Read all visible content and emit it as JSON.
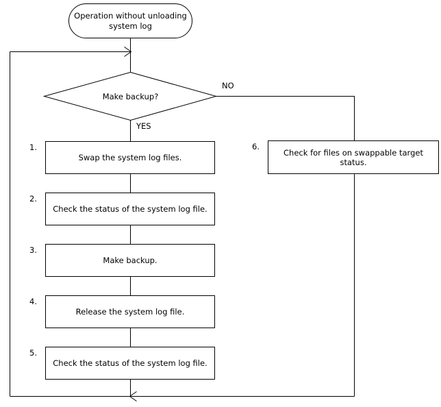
{
  "diagram": {
    "type": "flowchart",
    "title_shape": {
      "kind": "terminator",
      "label": "Operation without\nunloading system log"
    },
    "decision": {
      "kind": "decision-diamond",
      "label": "Make backup?",
      "yes_label": "YES",
      "no_label": "NO"
    },
    "steps": [
      {
        "number": "1.",
        "label": "Swap the system log files."
      },
      {
        "number": "2.",
        "label": "Check the status of the system log file."
      },
      {
        "number": "3.",
        "label": "Make backup."
      },
      {
        "number": "4.",
        "label": "Release the system log file."
      },
      {
        "number": "5.",
        "label": "Check the status of the system log file."
      }
    ],
    "branch_step": {
      "number": "6.",
      "label": "Check for files on swappable target status."
    },
    "colors": {
      "stroke": "#000000",
      "fill": "#ffffff",
      "text": "#000000"
    }
  }
}
